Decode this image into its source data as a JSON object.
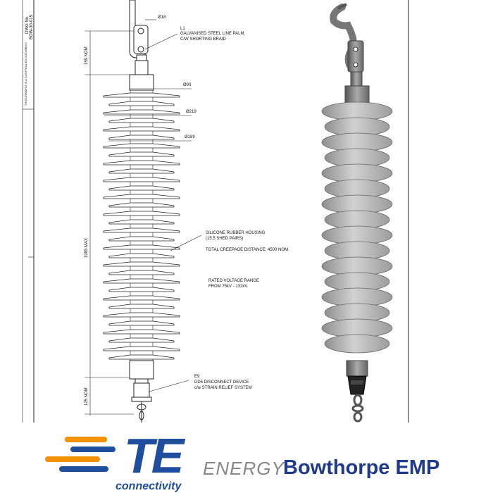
{
  "sidebar": {
    "dwg_label": "DWG No.",
    "dwg_number": "BOW-30-015",
    "confidential": "THIS DRAWING IS A CONTROLLED DOCUMENT"
  },
  "dimensions": {
    "top_nom": "159 NOM",
    "overall_max": "1085 MAX",
    "bottom_nom": "125 NOM",
    "dia_18": "Ø18",
    "dia_90": "Ø90",
    "dia_219": "Ø219",
    "dia_189": "Ø189"
  },
  "callouts": {
    "l1_ref": "L1",
    "l1_line1": "GALVANISED STEEL LINE PALM.",
    "l1_line2": "C/W SHORTING BRAID",
    "housing_line1": "SILICONE RUBBER HOUSING",
    "housing_line2": "(15.5 SHED PAIRS)",
    "creepage": "TOTAL CREEPAGE DISTANCE: 4500 NOM.",
    "voltage_line1": "RATED VOLTAGE RANGE",
    "voltage_line2": "FROM 75kV - 132kV.",
    "e9_ref": "E9",
    "e9_line1": "DD5 DISCONNECT DEVICE",
    "e9_line2": "c/w STRAIN RELIEF SYSTEM"
  },
  "logos": {
    "te_letters": "TE",
    "te_sub": "connectivity",
    "energy": "ENERGY",
    "bowthorpe": "Bowthorpe EMP"
  },
  "colors": {
    "te_blue": "#1f4e9c",
    "bowthorpe_blue": "#1f3a8a",
    "energy_grey": "#888888",
    "accent_orange": "#f39200",
    "housing_grey": "#b4b4b4"
  }
}
